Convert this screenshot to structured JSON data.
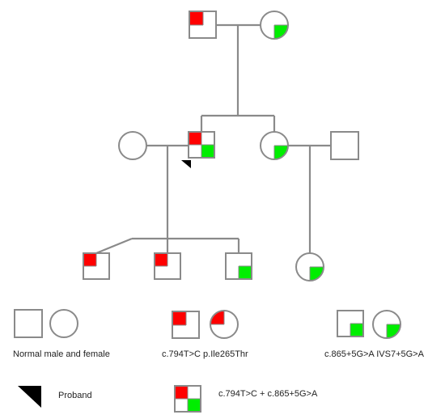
{
  "colors": {
    "line": "#8a8a8a",
    "variant1": "#ff0000",
    "variant2": "#00ee00",
    "proband_marker": "#000000",
    "background": "#ffffff"
  },
  "pedigree": {
    "generations": [
      {
        "generation": 1,
        "members": [
          {
            "id": "I-1",
            "sex": "male",
            "variant1": true,
            "variant2": false
          },
          {
            "id": "I-2",
            "sex": "female",
            "variant1": false,
            "variant2": true
          }
        ]
      },
      {
        "generation": 2,
        "members": [
          {
            "id": "II-1",
            "sex": "female",
            "variant1": false,
            "variant2": false
          },
          {
            "id": "II-2",
            "sex": "male",
            "variant1": true,
            "variant2": true,
            "proband": true
          },
          {
            "id": "II-3",
            "sex": "female",
            "variant1": false,
            "variant2": true
          },
          {
            "id": "II-4",
            "sex": "male",
            "variant1": false,
            "variant2": false
          }
        ]
      },
      {
        "generation": 3,
        "members": [
          {
            "id": "III-1",
            "sex": "male",
            "variant1": true,
            "variant2": false
          },
          {
            "id": "III-2",
            "sex": "male",
            "variant1": true,
            "variant2": false
          },
          {
            "id": "III-3",
            "sex": "male",
            "variant1": false,
            "variant2": true
          },
          {
            "id": "III-4",
            "sex": "female",
            "variant1": false,
            "variant2": true
          }
        ]
      }
    ]
  },
  "legend": {
    "normal": "Normal male and female",
    "variant1_label": "c.794T>C  p.Ile265Thr",
    "variant2_label": "c.865+5G>A  IVS7+5G>A",
    "proband": "Proband",
    "compound": "c.794T>C + c.865+5G>A"
  }
}
